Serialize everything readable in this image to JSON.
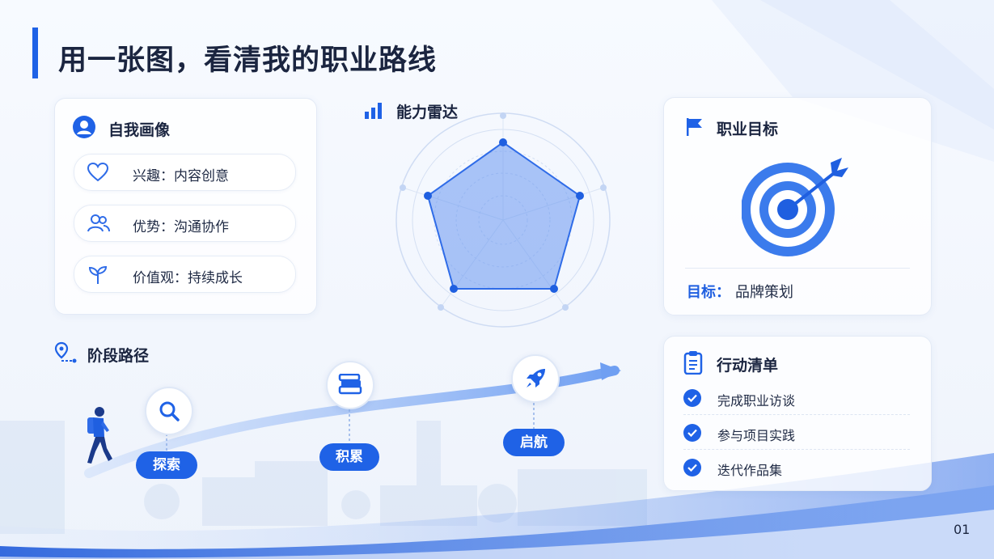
{
  "slide": {
    "title": "用一张图，看清我的职业路线",
    "page_number": "01",
    "accent_color": "#1f62e6"
  },
  "self_portrait": {
    "heading": "自我画像",
    "icon": "user-circle-icon",
    "items": [
      {
        "label": "兴趣：内容创意",
        "icon": "heart-icon"
      },
      {
        "label": "优势：沟通协作",
        "icon": "people-icon"
      },
      {
        "label": "价值观：持续成长",
        "icon": "sprout-icon"
      }
    ]
  },
  "radar": {
    "heading": "能力雷达",
    "icon": "bar-chart-icon"
  },
  "career_goal": {
    "heading": "职业目标",
    "icon": "flag-icon",
    "target_icon": "target-icon",
    "goal_label": "目标：",
    "goal_value": "品牌策划"
  },
  "path": {
    "heading": "阶段路径",
    "icon": "route-icon",
    "stages": [
      {
        "label": "探索",
        "icon": "search-icon"
      },
      {
        "label": "积累",
        "icon": "books-icon"
      },
      {
        "label": "启航",
        "icon": "rocket-icon"
      }
    ]
  },
  "actions": {
    "heading": "行动清单",
    "icon": "clipboard-icon",
    "items": [
      {
        "label": "完成职业访谈"
      },
      {
        "label": "参与项目实践"
      },
      {
        "label": "迭代作品集"
      }
    ]
  }
}
